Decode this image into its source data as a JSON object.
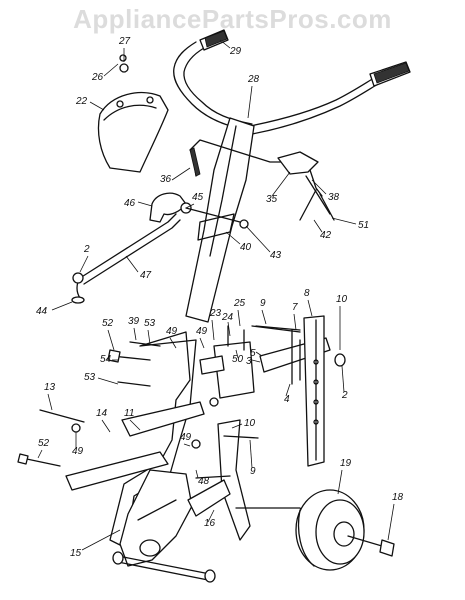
{
  "watermark": "AppliancePartsPros.com",
  "callouts": [
    {
      "id": "c27",
      "label": "27"
    },
    {
      "id": "c26",
      "label": "26"
    },
    {
      "id": "c29",
      "label": "29"
    },
    {
      "id": "c22",
      "label": "22"
    },
    {
      "id": "c28",
      "label": "28"
    },
    {
      "id": "c36",
      "label": "36"
    },
    {
      "id": "c35",
      "label": "35"
    },
    {
      "id": "c38",
      "label": "38"
    },
    {
      "id": "c46",
      "label": "46"
    },
    {
      "id": "c45",
      "label": "45"
    },
    {
      "id": "c51",
      "label": "51"
    },
    {
      "id": "c42",
      "label": "42"
    },
    {
      "id": "c40",
      "label": "40"
    },
    {
      "id": "c43",
      "label": "43"
    },
    {
      "id": "c2a",
      "label": "2"
    },
    {
      "id": "c47",
      "label": "47"
    },
    {
      "id": "c44",
      "label": "44"
    },
    {
      "id": "c52a",
      "label": "52"
    },
    {
      "id": "c39",
      "label": "39"
    },
    {
      "id": "c53a",
      "label": "53"
    },
    {
      "id": "c23",
      "label": "23"
    },
    {
      "id": "c25",
      "label": "25"
    },
    {
      "id": "c9a",
      "label": "9"
    },
    {
      "id": "c7",
      "label": "7"
    },
    {
      "id": "c8",
      "label": "8"
    },
    {
      "id": "c10a",
      "label": "10"
    },
    {
      "id": "c49a",
      "label": "49"
    },
    {
      "id": "c49b",
      "label": "49"
    },
    {
      "id": "c24",
      "label": "24"
    },
    {
      "id": "c5",
      "label": "5"
    },
    {
      "id": "c50",
      "label": "50"
    },
    {
      "id": "c3",
      "label": "3"
    },
    {
      "id": "c54",
      "label": "54"
    },
    {
      "id": "c53b",
      "label": "53"
    },
    {
      "id": "c4",
      "label": "4"
    },
    {
      "id": "c2b",
      "label": "2"
    },
    {
      "id": "c13",
      "label": "13"
    },
    {
      "id": "c14",
      "label": "14"
    },
    {
      "id": "c11",
      "label": "11"
    },
    {
      "id": "c10b",
      "label": "10"
    },
    {
      "id": "c49c",
      "label": "49"
    },
    {
      "id": "c49d",
      "label": "49"
    },
    {
      "id": "c9b",
      "label": "9"
    },
    {
      "id": "c52b",
      "label": "52"
    },
    {
      "id": "c48",
      "label": "48"
    },
    {
      "id": "c19",
      "label": "19"
    },
    {
      "id": "c18",
      "label": "18"
    },
    {
      "id": "c16",
      "label": "16"
    },
    {
      "id": "c15",
      "label": "15"
    }
  ]
}
